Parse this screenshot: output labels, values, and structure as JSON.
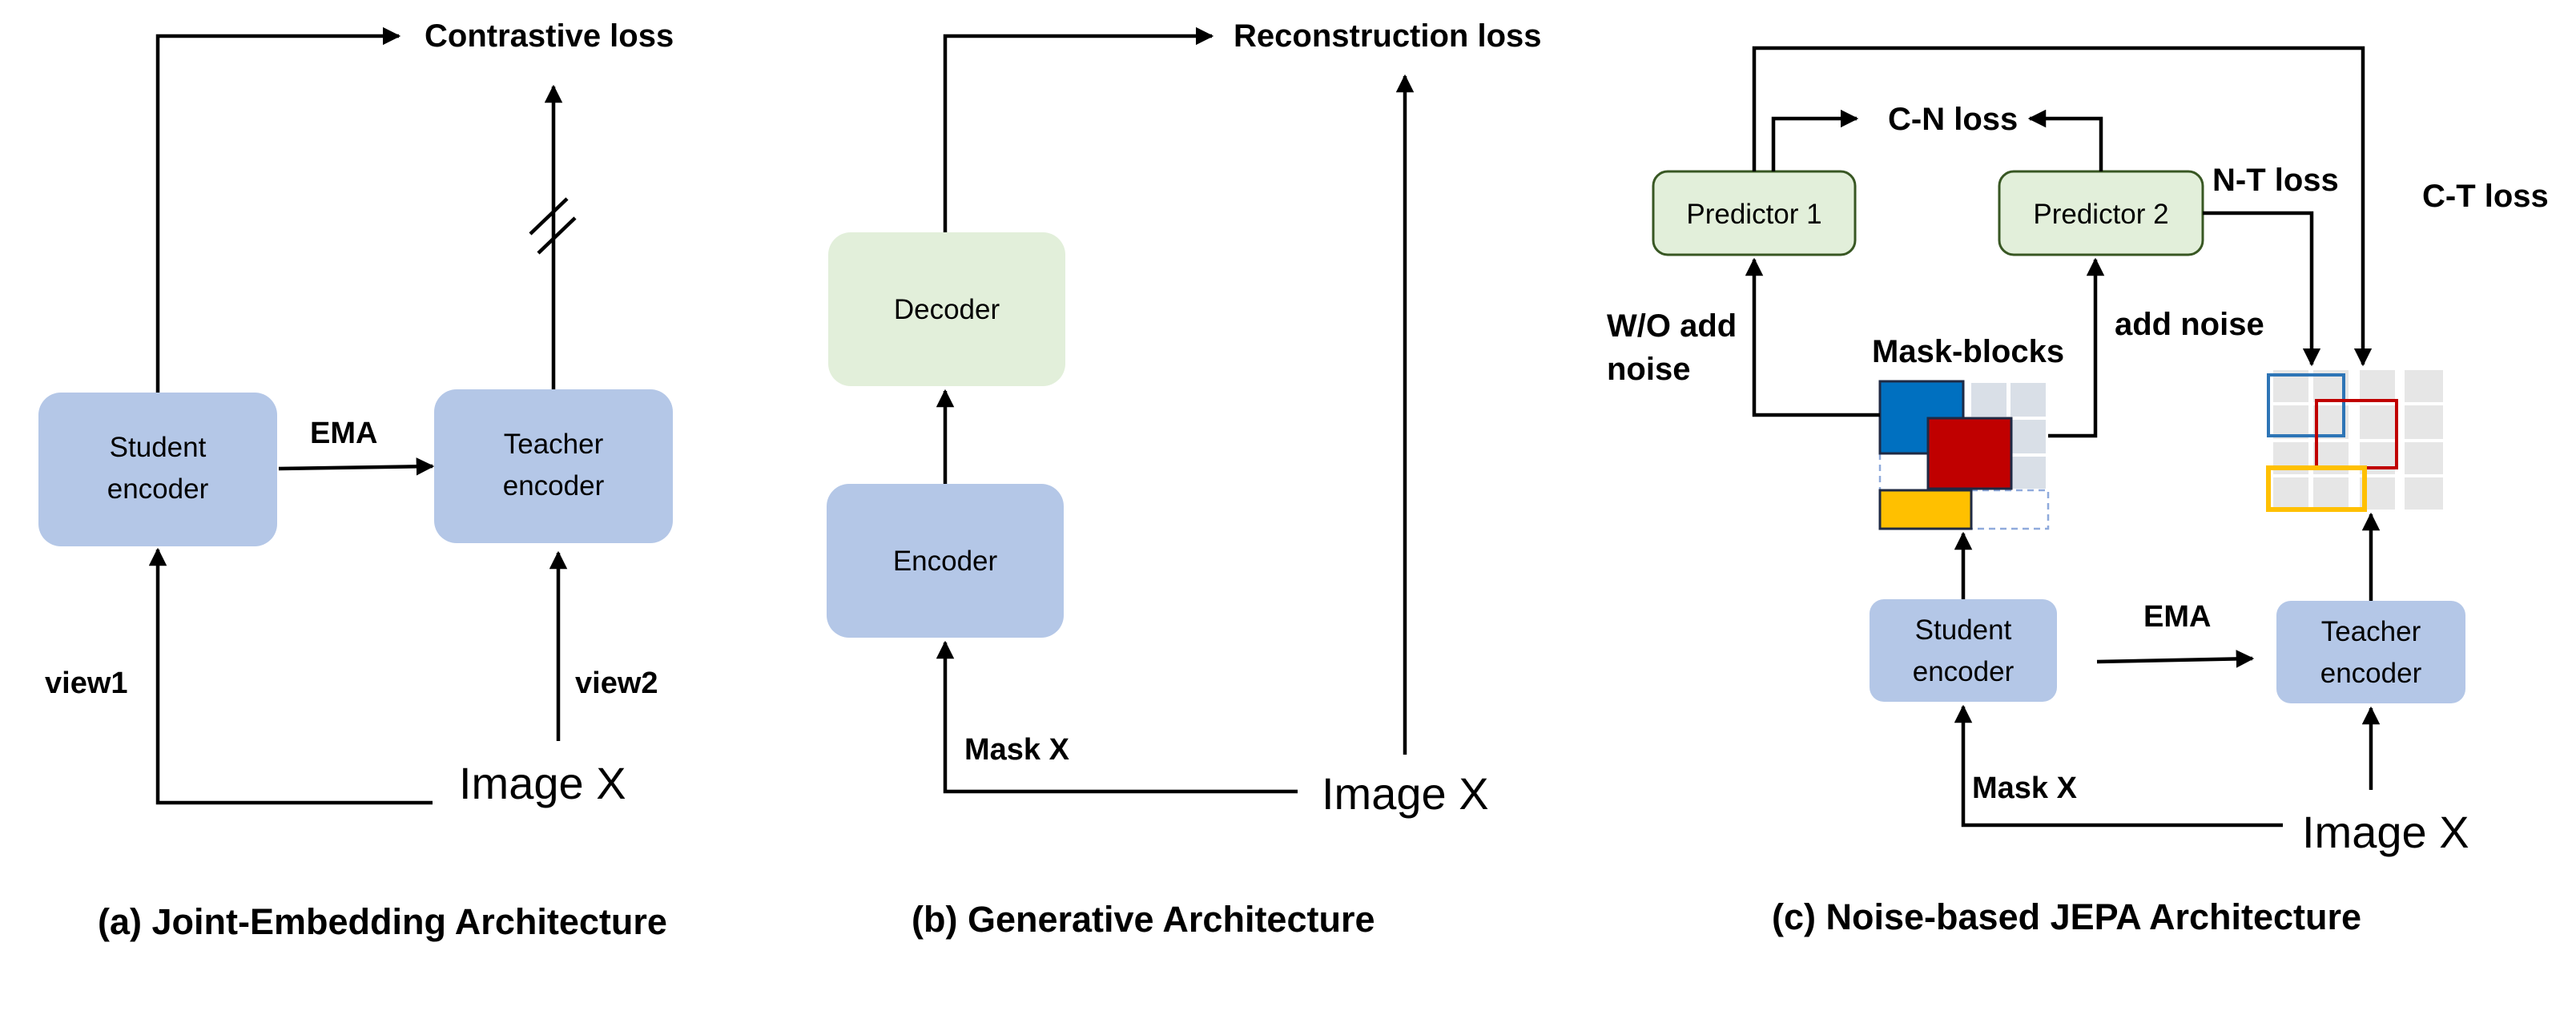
{
  "panel_a": {
    "caption": "(a) Joint-Embedding Architecture",
    "student_encoder": [
      "Student",
      "encoder"
    ],
    "teacher_encoder": [
      "Teacher",
      "encoder"
    ],
    "ema_label": "EMA",
    "view1_label": "view1",
    "view2_label": "view2",
    "image_label": "Image X",
    "loss_label": "Contrastive loss"
  },
  "panel_b": {
    "caption": "(b) Generative Architecture",
    "decoder": "Decoder",
    "encoder": "Encoder",
    "mask_label": "Mask X",
    "image_label": "Image X",
    "loss_label": "Reconstruction loss"
  },
  "panel_c": {
    "caption": "(c) Noise-based JEPA Architecture",
    "predictor1": "Predictor 1",
    "predictor2": "Predictor 2",
    "cn_loss": "C-N loss",
    "nt_loss": "N-T loss",
    "ct_loss": "C-T loss",
    "wo_noise": [
      "W/O add",
      "noise"
    ],
    "add_noise": "add noise",
    "mask_blocks": "Mask-blocks",
    "student_encoder": [
      "Student",
      "encoder"
    ],
    "teacher_encoder": [
      "Teacher",
      "encoder"
    ],
    "ema_label": "EMA",
    "mask_label": "Mask X",
    "image_label": "Image X"
  },
  "colors": {
    "encoder_fill": "#b4c7e7",
    "decoder_fill": "#e2efda",
    "predictor_border": "#385723",
    "mask_blue": "#0070c0",
    "mask_red": "#c00000",
    "mask_yellow": "#ffc000"
  }
}
